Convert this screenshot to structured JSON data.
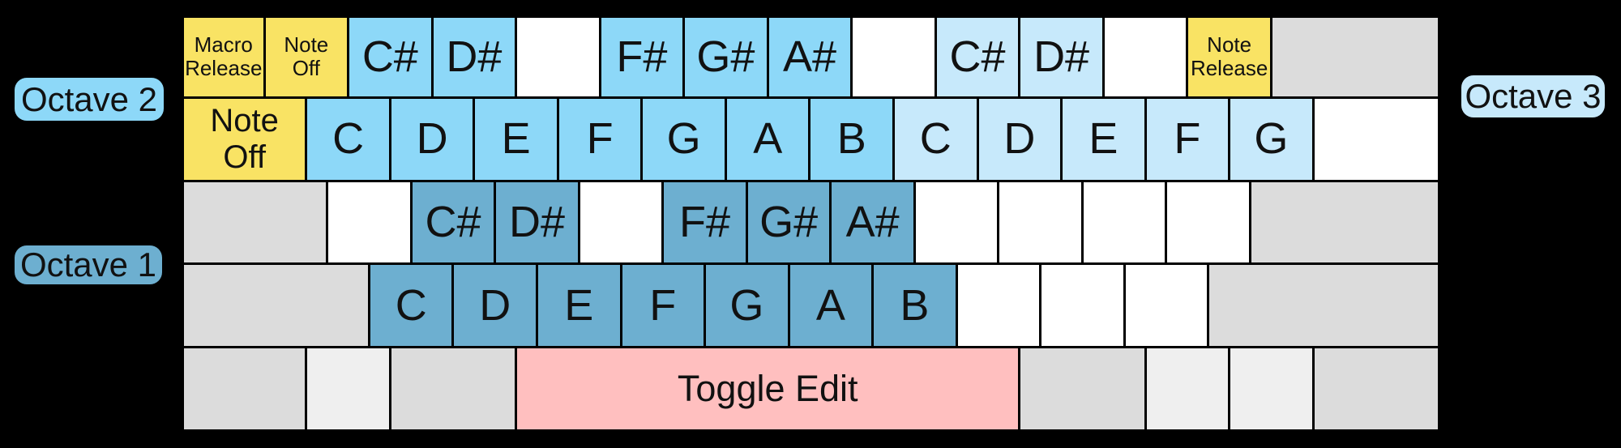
{
  "labels": {
    "octave2": "Octave 2",
    "octave1": "Octave 1",
    "octave3": "Octave 3"
  },
  "colors": {
    "yellow": "#F9E364",
    "sky": "#8DD8F8",
    "pale": "#C7E9FB",
    "steel": "#6DAFD0",
    "gray": "#DCDCDC",
    "graylight": "#EFEFEF",
    "pink": "#FFBFBF",
    "white": "#FFFFFF",
    "background": "#000000"
  },
  "keyboard": {
    "rows": [
      {
        "keys": [
          {
            "name": "key-macro-release",
            "label": "Macro\nRelease",
            "color": "yellow",
            "u": 1,
            "size": "sm"
          },
          {
            "name": "key-note-off-top",
            "label": "Note\nOff",
            "color": "yellow",
            "u": 1,
            "size": "sm"
          },
          {
            "name": "key-c-sharp-oct2",
            "label": "C#",
            "color": "sky",
            "u": 1,
            "size": "lg"
          },
          {
            "name": "key-d-sharp-oct2",
            "label": "D#",
            "color": "sky",
            "u": 1,
            "size": "lg"
          },
          {
            "name": "key-blank",
            "label": "",
            "color": "white",
            "u": 1
          },
          {
            "name": "key-f-sharp-oct2",
            "label": "F#",
            "color": "sky",
            "u": 1,
            "size": "lg"
          },
          {
            "name": "key-g-sharp-oct2",
            "label": "G#",
            "color": "sky",
            "u": 1,
            "size": "lg"
          },
          {
            "name": "key-a-sharp-oct2",
            "label": "A#",
            "color": "sky",
            "u": 1,
            "size": "lg"
          },
          {
            "name": "key-blank",
            "label": "",
            "color": "white",
            "u": 1
          },
          {
            "name": "key-c-sharp-oct3",
            "label": "C#",
            "color": "pale",
            "u": 1,
            "size": "lg"
          },
          {
            "name": "key-d-sharp-oct3",
            "label": "D#",
            "color": "pale",
            "u": 1,
            "size": "lg"
          },
          {
            "name": "key-blank",
            "label": "",
            "color": "white",
            "u": 1
          },
          {
            "name": "key-note-release",
            "label": "Note\nRelease",
            "color": "yellow",
            "u": 1,
            "size": "sm"
          },
          {
            "name": "key-backspace",
            "label": "",
            "color": "gray",
            "u": 2
          }
        ]
      },
      {
        "keys": [
          {
            "name": "key-note-off",
            "label": "Note\nOff",
            "color": "yellow",
            "u": 1.5,
            "size": "md"
          },
          {
            "name": "key-c-oct2",
            "label": "C",
            "color": "sky",
            "u": 1,
            "size": "lg"
          },
          {
            "name": "key-d-oct2",
            "label": "D",
            "color": "sky",
            "u": 1,
            "size": "lg"
          },
          {
            "name": "key-e-oct2",
            "label": "E",
            "color": "sky",
            "u": 1,
            "size": "lg"
          },
          {
            "name": "key-f-oct2",
            "label": "F",
            "color": "sky",
            "u": 1,
            "size": "lg"
          },
          {
            "name": "key-g-oct2",
            "label": "G",
            "color": "sky",
            "u": 1,
            "size": "lg"
          },
          {
            "name": "key-a-oct2",
            "label": "A",
            "color": "sky",
            "u": 1,
            "size": "lg"
          },
          {
            "name": "key-b-oct2",
            "label": "B",
            "color": "sky",
            "u": 1,
            "size": "lg"
          },
          {
            "name": "key-c-oct3",
            "label": "C",
            "color": "pale",
            "u": 1,
            "size": "lg"
          },
          {
            "name": "key-d-oct3",
            "label": "D",
            "color": "pale",
            "u": 1,
            "size": "lg"
          },
          {
            "name": "key-e-oct3",
            "label": "E",
            "color": "pale",
            "u": 1,
            "size": "lg"
          },
          {
            "name": "key-f-oct3",
            "label": "F",
            "color": "pale",
            "u": 1,
            "size": "lg"
          },
          {
            "name": "key-g-oct3",
            "label": "G",
            "color": "pale",
            "u": 1,
            "size": "lg"
          },
          {
            "name": "key-blank",
            "label": "",
            "color": "white",
            "u": 1.5
          }
        ]
      },
      {
        "keys": [
          {
            "name": "key-caps",
            "label": "",
            "color": "gray",
            "u": 1.75
          },
          {
            "name": "key-blank",
            "label": "",
            "color": "white",
            "u": 1
          },
          {
            "name": "key-c-sharp-oct1",
            "label": "C#",
            "color": "steel",
            "u": 1,
            "size": "lg"
          },
          {
            "name": "key-d-sharp-oct1",
            "label": "D#",
            "color": "steel",
            "u": 1,
            "size": "lg"
          },
          {
            "name": "key-blank",
            "label": "",
            "color": "white",
            "u": 1
          },
          {
            "name": "key-f-sharp-oct1",
            "label": "F#",
            "color": "steel",
            "u": 1,
            "size": "lg"
          },
          {
            "name": "key-g-sharp-oct1",
            "label": "G#",
            "color": "steel",
            "u": 1,
            "size": "lg"
          },
          {
            "name": "key-a-sharp-oct1",
            "label": "A#",
            "color": "steel",
            "u": 1,
            "size": "lg"
          },
          {
            "name": "key-blank",
            "label": "",
            "color": "white",
            "u": 1
          },
          {
            "name": "key-blank",
            "label": "",
            "color": "white",
            "u": 1
          },
          {
            "name": "key-blank",
            "label": "",
            "color": "white",
            "u": 1
          },
          {
            "name": "key-blank",
            "label": "",
            "color": "white",
            "u": 1
          },
          {
            "name": "key-enter",
            "label": "",
            "color": "gray",
            "u": 2.25
          }
        ]
      },
      {
        "keys": [
          {
            "name": "key-shift-left",
            "label": "",
            "color": "gray",
            "u": 2.25
          },
          {
            "name": "key-c-oct1",
            "label": "C",
            "color": "steel",
            "u": 1,
            "size": "lg"
          },
          {
            "name": "key-d-oct1",
            "label": "D",
            "color": "steel",
            "u": 1,
            "size": "lg"
          },
          {
            "name": "key-e-oct1",
            "label": "E",
            "color": "steel",
            "u": 1,
            "size": "lg"
          },
          {
            "name": "key-f-oct1",
            "label": "F",
            "color": "steel",
            "u": 1,
            "size": "lg"
          },
          {
            "name": "key-g-oct1",
            "label": "G",
            "color": "steel",
            "u": 1,
            "size": "lg"
          },
          {
            "name": "key-a-oct1",
            "label": "A",
            "color": "steel",
            "u": 1,
            "size": "lg"
          },
          {
            "name": "key-b-oct1",
            "label": "B",
            "color": "steel",
            "u": 1,
            "size": "lg"
          },
          {
            "name": "key-blank",
            "label": "",
            "color": "white",
            "u": 1
          },
          {
            "name": "key-blank",
            "label": "",
            "color": "white",
            "u": 1
          },
          {
            "name": "key-blank",
            "label": "",
            "color": "white",
            "u": 1
          },
          {
            "name": "key-shift-right",
            "label": "",
            "color": "gray",
            "u": 2.75
          }
        ]
      },
      {
        "keys": [
          {
            "name": "key-ctrl-left",
            "label": "",
            "color": "gray",
            "u": 1.5
          },
          {
            "name": "key-win-left",
            "label": "",
            "color": "graylight",
            "u": 1
          },
          {
            "name": "key-alt-left",
            "label": "",
            "color": "gray",
            "u": 1.5
          },
          {
            "name": "key-toggle-edit",
            "label": "Toggle Edit",
            "color": "pink",
            "u": 6,
            "size": "space"
          },
          {
            "name": "key-alt-right",
            "label": "",
            "color": "gray",
            "u": 1.5
          },
          {
            "name": "key-win-right",
            "label": "",
            "color": "graylight",
            "u": 1
          },
          {
            "name": "key-menu",
            "label": "",
            "color": "graylight",
            "u": 1
          },
          {
            "name": "key-ctrl-right",
            "label": "",
            "color": "gray",
            "u": 1.5
          }
        ]
      }
    ]
  }
}
